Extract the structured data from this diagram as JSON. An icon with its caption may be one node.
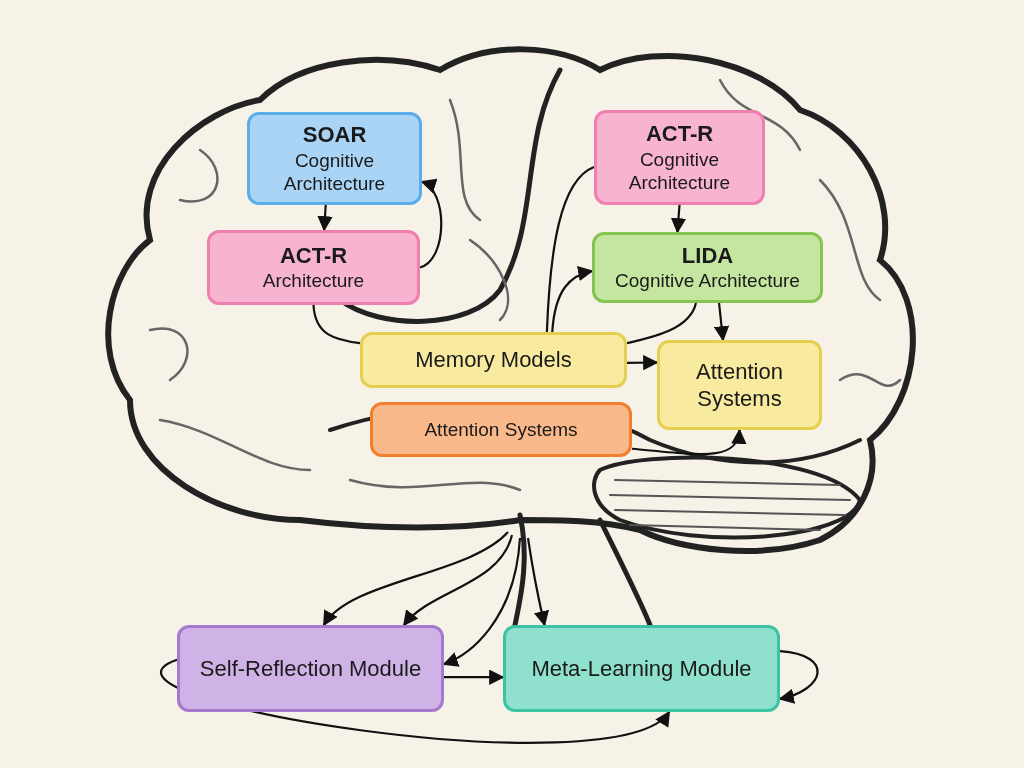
{
  "diagram": {
    "nodes": [
      {
        "text": [
          "SOAR",
          "Cognitive Architecture"
        ]
      },
      {
        "text": [
          "ACT-R",
          "Architecture"
        ]
      },
      {
        "text": [
          "ACT-R",
          "Cognitive Architecture"
        ]
      },
      {
        "text": [
          "LIDA",
          "Cognitive Architecture"
        ]
      },
      {
        "text": [
          "Memory Models"
        ]
      },
      {
        "text": [
          "Attention Systems"
        ]
      },
      {
        "text": [
          "Attention Systems"
        ]
      },
      {
        "text": [
          "Self-Reflection Module"
        ]
      },
      {
        "text": [
          "Meta-Learning Module"
        ]
      }
    ],
    "edges": [
      {
        "from": 0,
        "to": 1,
        "arrow": "to"
      },
      {
        "from": 1,
        "to": 0,
        "arrow": "to"
      },
      {
        "from": 1,
        "to": 4,
        "arrow": "none"
      },
      {
        "from": 2,
        "to": 4,
        "arrow": "none"
      },
      {
        "from": 4,
        "to": 3,
        "arrow": "to"
      },
      {
        "from": 2,
        "to": 3,
        "arrow": "to"
      },
      {
        "from": 3,
        "to": 5,
        "arrow": "to"
      },
      {
        "from": 3,
        "to": 4,
        "arrow": "none"
      },
      {
        "from": 4,
        "to": 5,
        "arrow": "to"
      },
      {
        "from": 6,
        "to": 5,
        "arrow": "to"
      },
      {
        "from": null,
        "to": 7,
        "arrow": "to"
      },
      {
        "from": null,
        "to": 7,
        "arrow": "to"
      },
      {
        "from": null,
        "to": 7,
        "arrow": "to"
      },
      {
        "from": null,
        "to": 8,
        "arrow": "to"
      },
      {
        "from": 7,
        "to": 8,
        "arrow": "to"
      },
      {
        "from": 7,
        "to": 8,
        "arrow": "to"
      },
      {
        "from": 8,
        "to": 8,
        "arrow": "to"
      }
    ]
  }
}
